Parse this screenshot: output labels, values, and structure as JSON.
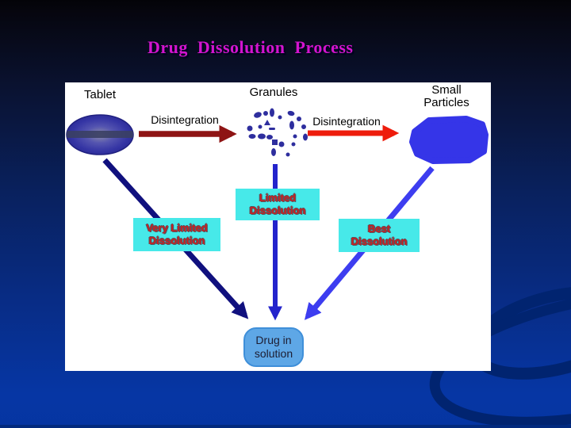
{
  "slide": {
    "title": "Drug  Dissolution  Process"
  },
  "diagram": {
    "stage_labels": {
      "tablet": "Tablet",
      "granules": "Granules",
      "small_particles_line1": "Small",
      "small_particles_line2": "Particles"
    },
    "process_labels": {
      "disintegration_left": "Disintegration",
      "disintegration_right": "Disintegration"
    },
    "outcomes": {
      "very_limited": {
        "line1": "Very Limited",
        "line2": "Dissolution"
      },
      "limited": {
        "line1": "Limited",
        "line2": "Dissolution"
      },
      "best": {
        "line1": "Best",
        "line2": "Dissolution"
      }
    },
    "result": {
      "line1": "Drug in",
      "line2": "solution"
    }
  },
  "colors": {
    "title": "#d414cf",
    "cyan_box": "#47e9e9",
    "box_text": "#cb2020",
    "arrow_navy": "#10107e",
    "arrow_blue": "#2323cc",
    "arrow_bright": "#3d3df0",
    "arrow_maroon": "#8e1414",
    "arrow_red": "#ee1c0c",
    "blob": "#3535e8",
    "granule": "#2e2e9e",
    "result_fill": "#5ea7e6",
    "result_border": "#3f8fd9",
    "swoosh": "#012470"
  }
}
